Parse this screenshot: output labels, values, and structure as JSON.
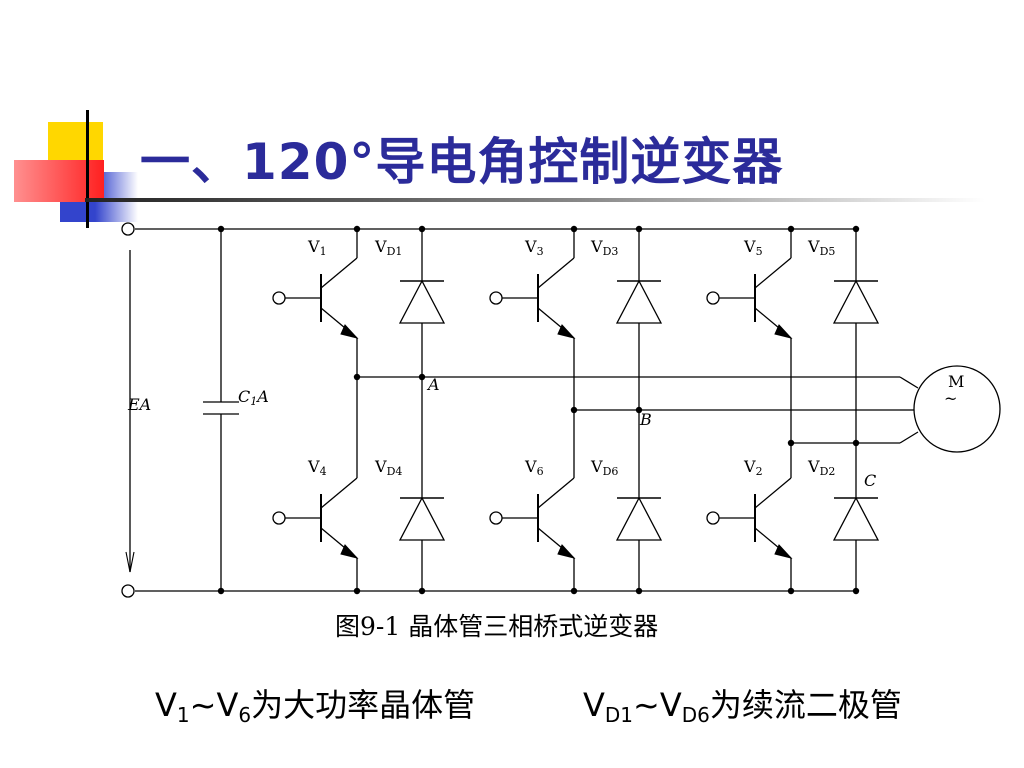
{
  "title": "一、120°导电角控制逆变器",
  "caption": "图9-1  晶体管三相桥式逆变器",
  "circuit": {
    "source_label": "EA",
    "capacitor": {
      "name": "C",
      "sub": "1",
      "suffix": "A"
    },
    "motor": {
      "label": "M",
      "symbol": "~"
    },
    "phase_labels": [
      "A",
      "B",
      "C"
    ],
    "transistors": [
      {
        "name": "V",
        "sub": "1"
      },
      {
        "name": "V",
        "sub": "3"
      },
      {
        "name": "V",
        "sub": "5"
      },
      {
        "name": "V",
        "sub": "4"
      },
      {
        "name": "V",
        "sub": "6"
      },
      {
        "name": "V",
        "sub": "2"
      }
    ],
    "diodes": [
      {
        "name": "V",
        "sub": "D1"
      },
      {
        "name": "V",
        "sub": "D3"
      },
      {
        "name": "V",
        "sub": "D5"
      },
      {
        "name": "V",
        "sub": "D4"
      },
      {
        "name": "V",
        "sub": "D6"
      },
      {
        "name": "V",
        "sub": "D2"
      }
    ]
  },
  "notes": {
    "left": {
      "a": "V",
      "a_sub": "1",
      "tilde": "~",
      "b": "V",
      "b_sub": "6",
      "text": "为大功率晶体管"
    },
    "right": {
      "a": "V",
      "a_sub": "D1",
      "tilde": "~",
      "b": "V",
      "b_sub": "D6",
      "text": "为续流二极管"
    }
  },
  "colors": {
    "title": "#2b2b9a",
    "deco_yellow": "#ffd700",
    "deco_blue": "#3344cc",
    "deco_red": "#ff3030"
  }
}
